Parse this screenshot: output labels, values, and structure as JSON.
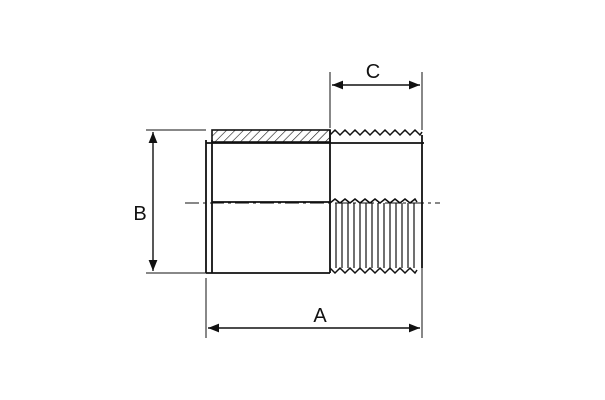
{
  "diagram": {
    "labels": {
      "length": "A",
      "diameter": "B",
      "thread_length": "C"
    },
    "colors": {
      "stroke": "#111111",
      "background": "#ffffff"
    }
  }
}
